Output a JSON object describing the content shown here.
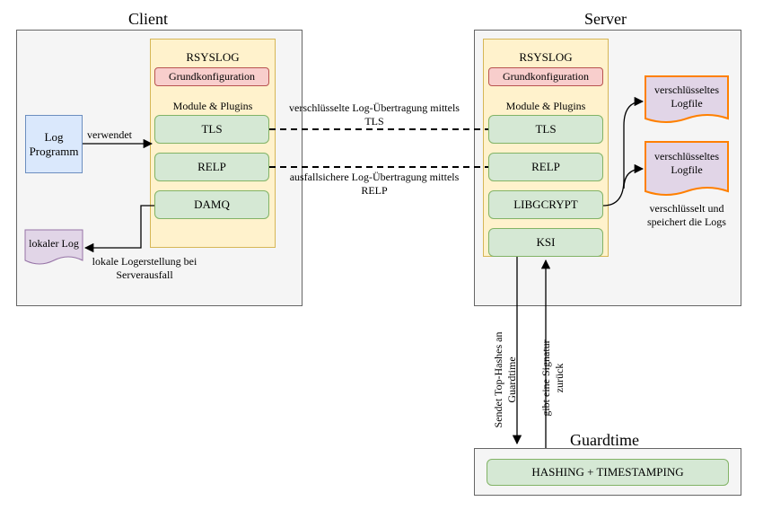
{
  "client": {
    "title": "Client",
    "rsyslog": "RSYSLOG",
    "grundkonfiguration": "Grundkonfiguration",
    "module_label": "Module & Plugins",
    "modules": [
      "TLS",
      "RELP",
      "DAMQ"
    ],
    "log_program": "Log Programm",
    "uses_label": "verwendet",
    "local_log": "lokaler Log",
    "local_log_note": "lokale Logerstellung bei Serverausfall"
  },
  "server": {
    "title": "Server",
    "rsyslog": "RSYSLOG",
    "grundkonfiguration": "Grundkonfiguration",
    "module_label": "Module & Plugins",
    "modules": [
      "TLS",
      "RELP",
      "LIBGCRYPT",
      "KSI"
    ],
    "encrypted_logfile_1": "verschlüsseltes Logfile",
    "encrypted_logfile_2": "verschlüsseltes Logfile",
    "encrypt_note": "verschlüsselt und speichert die Logs"
  },
  "links": {
    "tls": "verschlüsselte Log-Übertragung mittels TLS",
    "relp": "ausfallsichere Log-Übertragung mittels RELP",
    "send_hashes": "Sendet Top-Hashes an Guardtime",
    "return_signature": "gibt eine Signatur zurück"
  },
  "guardtime": {
    "title": "Guardtime",
    "service": "HASHING + TIMESTAMPING"
  },
  "colors": {
    "container_fill": "#f5f5f5",
    "rsyslog_fill": "#fff2cc",
    "module_fill": "#d5e8d4",
    "config_fill": "#f8cecc",
    "program_fill": "#dae8fc",
    "document_fill": "#e1d5e7",
    "logfile_border": "#ff8000"
  }
}
